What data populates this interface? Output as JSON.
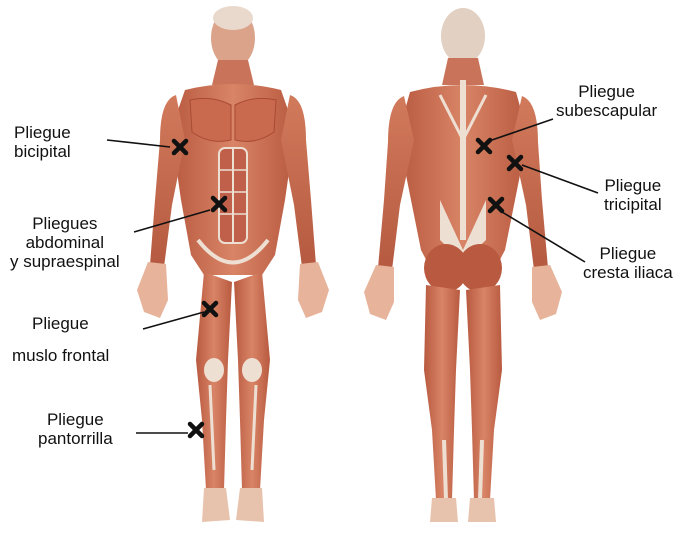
{
  "labels": {
    "bicipital": [
      "Pliegue",
      "bicipital"
    ],
    "abdominal": [
      "Pliegues",
      "abdominal",
      "y supraespinal"
    ],
    "muslo": [
      "Pliegue",
      "muslo frontal"
    ],
    "pantorrilla": [
      "Pliegue",
      "pantorrilla"
    ],
    "subescapular": [
      "Pliegue",
      "subescapular"
    ],
    "tricipital": [
      "Pliegue",
      "tricipital"
    ],
    "cresta": [
      "Pliegue",
      "cresta iliaca"
    ]
  },
  "colors": {
    "muscle": "#c96a4f",
    "muscle_dark": "#a94a33",
    "tendon": "#eedfd3",
    "skin_light": "#e7b49b",
    "marker": "#111111"
  },
  "figures": [
    "front-view-body",
    "back-view-body"
  ],
  "markers": [
    "x-marker-bicipital",
    "x-marker-abdominal",
    "x-marker-thigh",
    "x-marker-calf",
    "x-marker-subscapular",
    "x-marker-tricipital",
    "x-marker-iliac-crest"
  ]
}
